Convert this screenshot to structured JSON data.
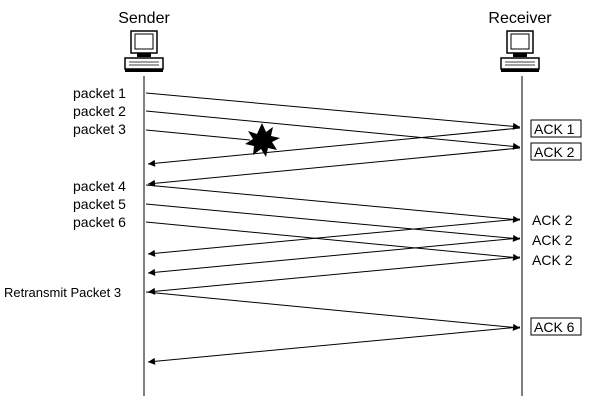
{
  "sender": {
    "title": "Sender"
  },
  "receiver": {
    "title": "Receiver"
  },
  "icons": {
    "sender_computer": "desktop-computer-icon",
    "receiver_computer": "desktop-computer-icon",
    "loss": "explosion-burst-icon"
  },
  "packets": [
    {
      "label": "packet 1"
    },
    {
      "label": "packet 2"
    },
    {
      "label": "packet 3",
      "lost": true
    },
    {
      "label": "packet 4"
    },
    {
      "label": "packet 5"
    },
    {
      "label": "packet 6"
    },
    {
      "label": "Retransmit Packet 3"
    }
  ],
  "acks": [
    {
      "label": "ACK 1",
      "boxed": true
    },
    {
      "label": "ACK 2",
      "boxed": true
    },
    {
      "label": "ACK 2",
      "boxed": false
    },
    {
      "label": "ACK 2",
      "boxed": false
    },
    {
      "label": "ACK 2",
      "boxed": false
    },
    {
      "label": "ACK 6",
      "boxed": true
    }
  ]
}
